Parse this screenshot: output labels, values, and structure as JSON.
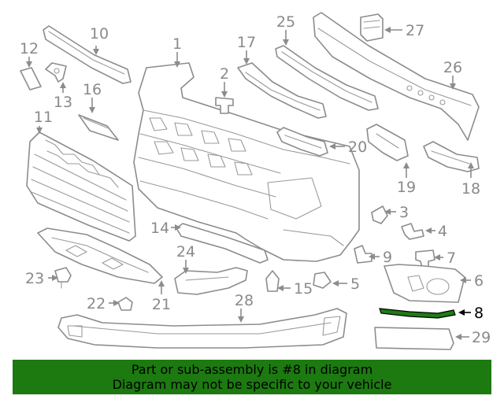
{
  "diagram": {
    "highlight_color": "#1e7c12",
    "line_color": "#8c8c8c",
    "callouts": [
      "1",
      "2",
      "3",
      "4",
      "5",
      "6",
      "7",
      "8",
      "9",
      "10",
      "11",
      "12",
      "13",
      "14",
      "15",
      "16",
      "17",
      "18",
      "19",
      "20",
      "21",
      "22",
      "23",
      "24",
      "25",
      "26",
      "27",
      "28",
      "29"
    ],
    "highlighted_callout": "8"
  },
  "notice": {
    "line1": "Part or sub-assembly is #8 in diagram",
    "line2": "Diagram may not be specific to your vehicle",
    "background_color": "#1c7a10"
  }
}
